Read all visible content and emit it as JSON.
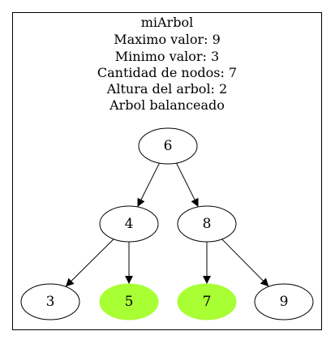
{
  "cluster": {
    "title": "miArbol",
    "stats": [
      "Maximo valor: 9",
      "Minimo valor: 3",
      "Cantidad de nodos: 7",
      "Altura del arbol: 2",
      "Arbol balanceado"
    ]
  },
  "colors": {
    "highlight_fill": "#a8ff33",
    "stroke": "#000000",
    "background": "#ffffff"
  },
  "tree": {
    "nodes": [
      {
        "id": "n6",
        "label": "6",
        "highlighted": false
      },
      {
        "id": "n4",
        "label": "4",
        "highlighted": false
      },
      {
        "id": "n8",
        "label": "8",
        "highlighted": false
      },
      {
        "id": "n3",
        "label": "3",
        "highlighted": false
      },
      {
        "id": "n5",
        "label": "5",
        "highlighted": true
      },
      {
        "id": "n7",
        "label": "7",
        "highlighted": true
      },
      {
        "id": "n9",
        "label": "9",
        "highlighted": false
      }
    ],
    "edges": [
      {
        "from": "n6",
        "to": "n4"
      },
      {
        "from": "n6",
        "to": "n8"
      },
      {
        "from": "n4",
        "to": "n3"
      },
      {
        "from": "n4",
        "to": "n5"
      },
      {
        "from": "n8",
        "to": "n7"
      },
      {
        "from": "n8",
        "to": "n9"
      }
    ]
  }
}
